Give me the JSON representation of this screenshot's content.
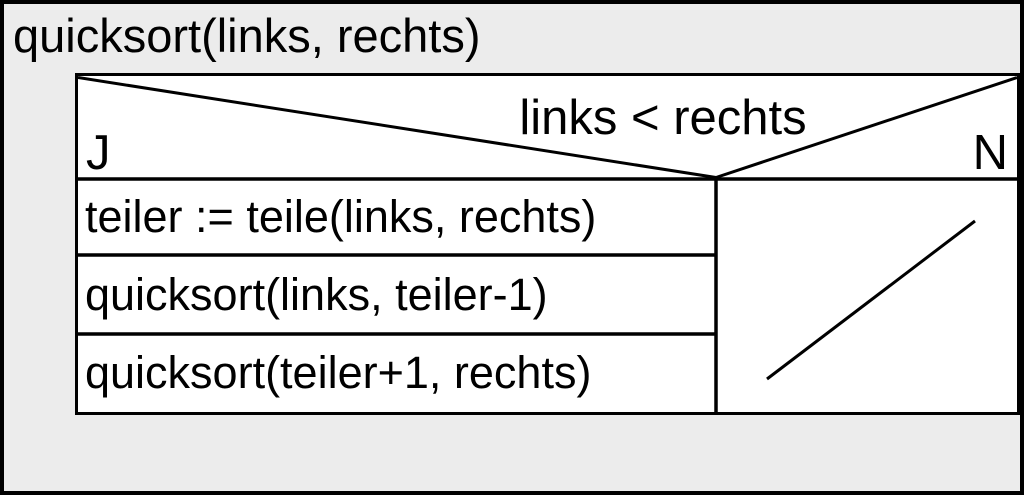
{
  "diagram": {
    "kind": "nassi-shneiderman-structogram",
    "title": "quicksort(links, rechts)",
    "condition": {
      "text": "links < rechts",
      "true_label": "J",
      "false_label": "N"
    },
    "true_branch_statements": [
      "teiler := teile(links, rechts)",
      "quicksort(links, teiler-1)",
      "quicksort(teiler+1, rechts)"
    ],
    "false_branch": {
      "content": "empty",
      "marker": "diagonal-slash"
    }
  },
  "colors": {
    "background": "#ececec",
    "cell_fill": "#ffffff",
    "line": "#000000",
    "text": "#000000"
  }
}
